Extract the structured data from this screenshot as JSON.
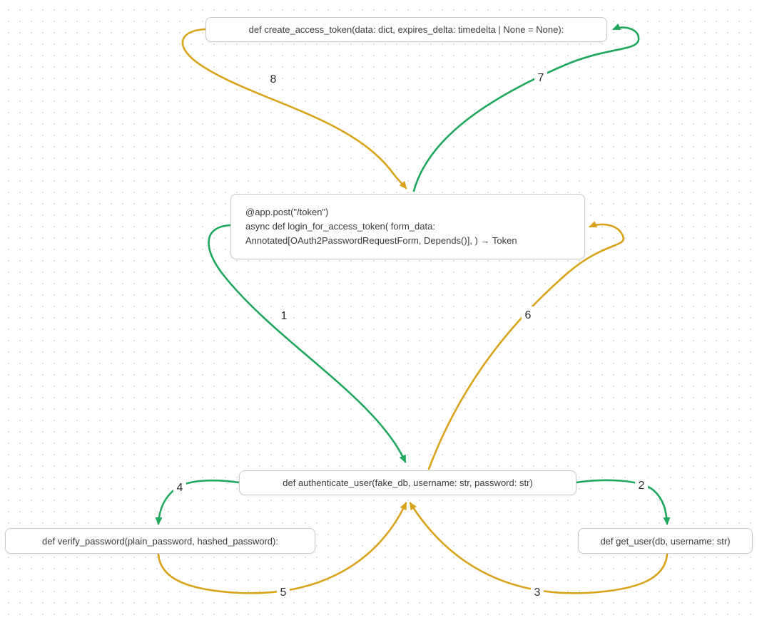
{
  "diagram": {
    "kind": "function-call-graph"
  },
  "colors": {
    "green": "#1fa75c",
    "yellow": "#d7a41b"
  },
  "nodes": {
    "create_access_token": {
      "label": "def create_access_token(data: dict, expires_delta: timedelta | None = None):"
    },
    "login_for_access_token": {
      "lines": [
        "@app.post(\"/token\")",
        "async def login_for_access_token( form_data:",
        "Annotated[OAuth2PasswordRequestForm, Depends()], ) → Token"
      ]
    },
    "authenticate_user": {
      "label": "def authenticate_user(fake_db, username: str, password: str)"
    },
    "verify_password": {
      "label": "def verify_password(plain_password, hashed_password):"
    },
    "get_user": {
      "label": "def get_user(db, username: str)"
    }
  },
  "edges": [
    {
      "label": "1",
      "color": "green",
      "from": "login_for_access_token",
      "to": "authenticate_user"
    },
    {
      "label": "2",
      "color": "green",
      "from": "authenticate_user",
      "to": "get_user"
    },
    {
      "label": "3",
      "color": "yellow",
      "from": "get_user",
      "to": "authenticate_user"
    },
    {
      "label": "4",
      "color": "green",
      "from": "authenticate_user",
      "to": "verify_password"
    },
    {
      "label": "5",
      "color": "yellow",
      "from": "verify_password",
      "to": "authenticate_user"
    },
    {
      "label": "6",
      "color": "yellow",
      "from": "authenticate_user",
      "to": "login_for_access_token"
    },
    {
      "label": "7",
      "color": "green",
      "from": "login_for_access_token",
      "to": "create_access_token"
    },
    {
      "label": "8",
      "color": "yellow",
      "from": "create_access_token",
      "to": "login_for_access_token"
    }
  ]
}
